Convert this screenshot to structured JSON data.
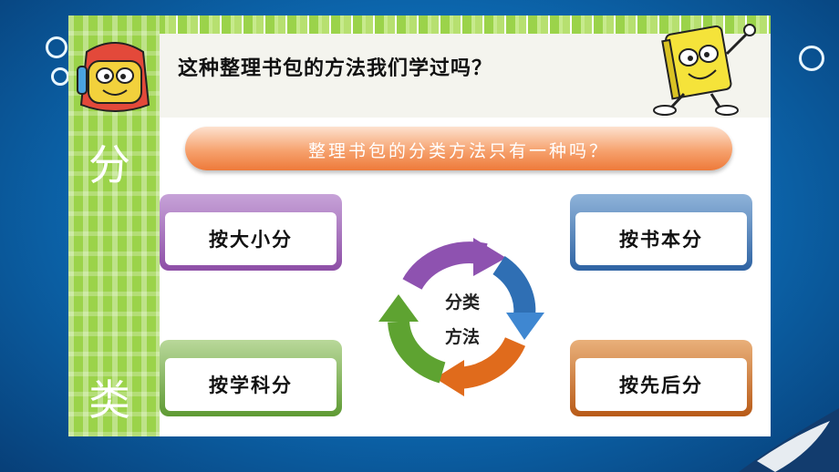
{
  "slide": {
    "question": "这种整理书包的方法我们学过吗？",
    "banner": "整理书包的分类方法只有一种吗？",
    "side_label": {
      "top": "分",
      "bottom": "类"
    }
  },
  "cycle": {
    "center_line1": "分类",
    "center_line2": "方法",
    "arrow_colors": [
      "#8e52b0",
      "#2f6fb4",
      "#e06b1c",
      "#5ea331"
    ]
  },
  "boxes": {
    "size": "按大小分",
    "book": "按书本分",
    "subject": "按学科分",
    "order": "按先后分"
  },
  "icons": [
    "schoolbag-mascot-icon",
    "book-mascot-icon"
  ]
}
